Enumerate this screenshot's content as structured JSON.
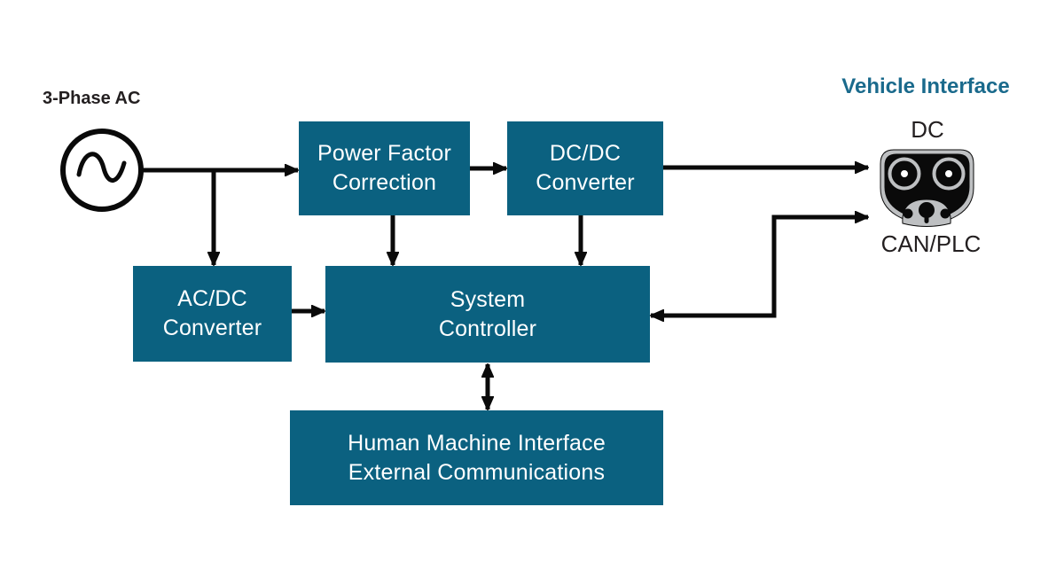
{
  "colors": {
    "box_fill": "#0b6180",
    "box_text": "#ffffff",
    "heading_teal": "#1a6a8c",
    "diagram_black": "#0a0a0a",
    "connector_gray": "#bec0c2",
    "label_dark": "#231f20",
    "background": "#ffffff"
  },
  "icons": {
    "ac_source": "ac-sine-source-icon",
    "vehicle_connector": "ccs-charging-connector-icon",
    "arrows": "flow-arrow"
  },
  "source": {
    "label": "3-Phase AC"
  },
  "blocks": {
    "pfc": {
      "line1": "Power Factor",
      "line2": "Correction"
    },
    "dcdc": {
      "line1": "DC/DC",
      "line2": "Converter"
    },
    "acdc": {
      "line1": "AC/DC",
      "line2": "Converter"
    },
    "system_controller": {
      "line1": "System",
      "line2": "Controller"
    },
    "hmi": {
      "line1": "Human Machine Interface",
      "line2": "External Communications"
    }
  },
  "vehicle_interface": {
    "title": "Vehicle Interface",
    "dc_label": "DC",
    "can_plc_label": "CAN/PLC"
  }
}
